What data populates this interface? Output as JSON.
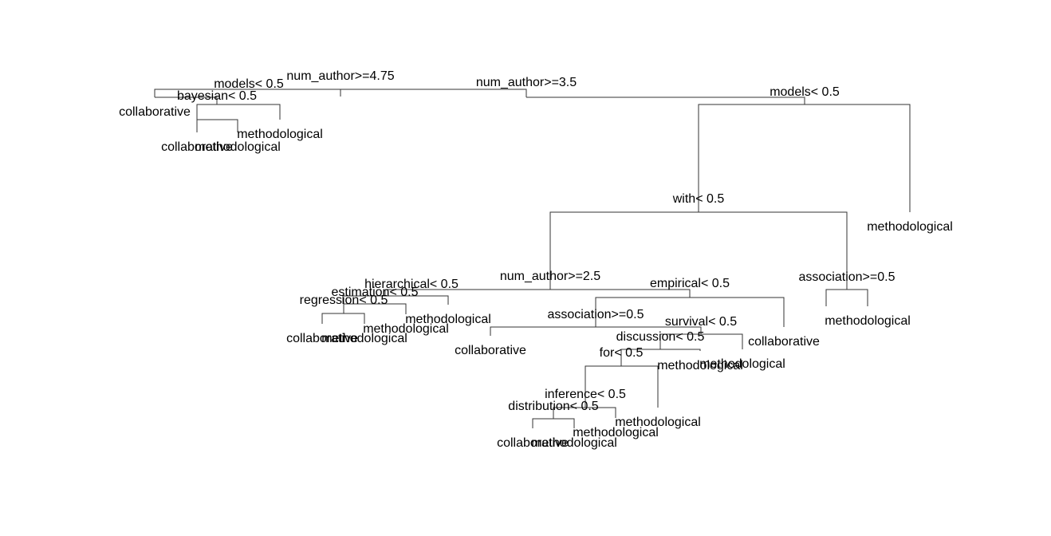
{
  "tree": {
    "root": {
      "split": "num_author>=4.75",
      "left": {
        "split": "models< 0.5",
        "left": {
          "leaf": "collaborative"
        },
        "right": {
          "split": "bayesian< 0.5",
          "left": {
            "split": "",
            "left": {
              "leaf": "collaborative"
            },
            "right": {
              "leaf": "methodological"
            }
          },
          "right": {
            "leaf": "methodological"
          }
        }
      },
      "right": {
        "split": "num_author>=3.5",
        "left": {
          "leaf": ""
        },
        "right": {
          "split": "models< 0.5",
          "left": {
            "split": "with< 0.5",
            "left": {
              "split": "num_author>=2.5",
              "left": {
                "split": "hierarchical< 0.5",
                "left": {
                  "split": "estimation< 0.5",
                  "left": {
                    "split": "regression< 0.5",
                    "left": {
                      "leaf": "collaborative"
                    },
                    "right": {
                      "leaf": "methodological"
                    }
                  },
                  "right": {
                    "leaf": "methodological"
                  }
                },
                "right": {
                  "leaf": "methodological"
                }
              },
              "right": {
                "split": "empirical< 0.5",
                "left": {
                  "split": "association>=0.5",
                  "left": {
                    "leaf": "collaborative"
                  },
                  "right": {
                    "split": "survival< 0.5",
                    "left": {
                      "split": "discussion< 0.5",
                      "left": {
                        "split": "for< 0.5",
                        "left": {
                          "split": "inference< 0.5",
                          "left": {
                            "split": "distribution< 0.5",
                            "left": {
                              "leaf": "collaborative"
                            },
                            "right": {
                              "leaf": "methodological"
                            }
                          },
                          "right": {
                            "leaf": "methodological"
                          }
                        },
                        "right": {
                          "leaf": "methodological"
                        }
                      },
                      "right": {
                        "leaf": "methodological"
                      }
                    },
                    "right": {
                      "leaf": "methodological"
                    }
                  }
                },
                "right": {
                  "leaf": "collaborative"
                }
              }
            },
            "right": {
              "split": "association>=0.5",
              "left": {
                "leaf": ""
              },
              "right": {
                "leaf": "methodological"
              }
            }
          },
          "right": {
            "leaf": "methodological"
          }
        }
      }
    }
  }
}
